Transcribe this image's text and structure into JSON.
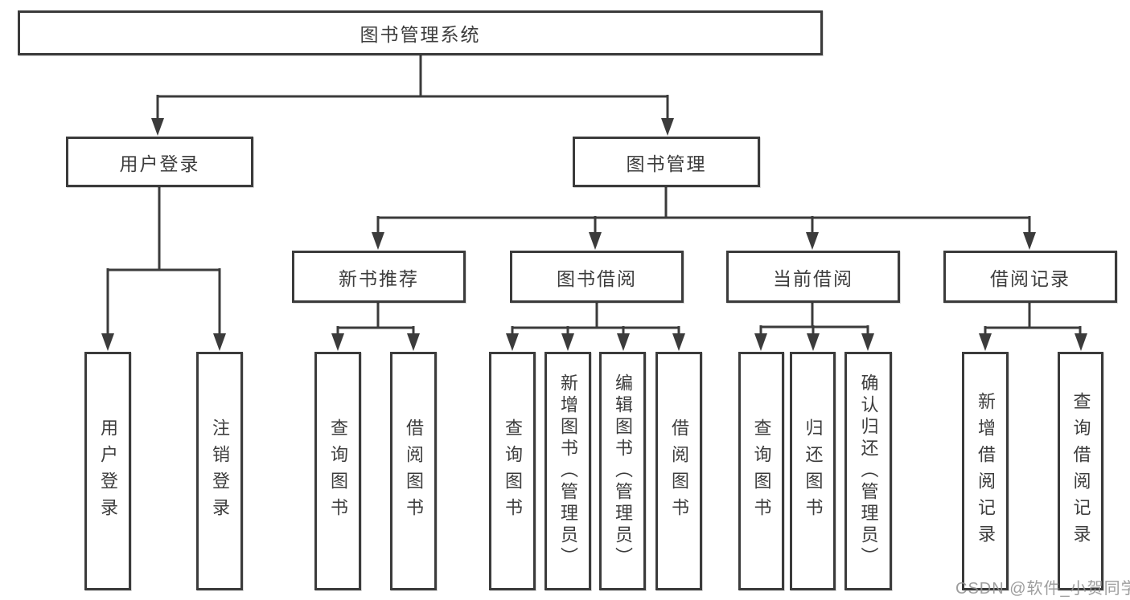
{
  "diagram": {
    "type": "hierarchy-flowchart",
    "title": "图书管理系统",
    "colors": {
      "line": "#3b3b3b",
      "box_border": "#3b3b3b",
      "box_fill": "#ffffff",
      "text": "#3d3d3d",
      "watermark": "#949494",
      "background": "#ffffff"
    },
    "nodes": {
      "root": "图书管理系统",
      "user_login": "用户登录",
      "book_mgmt": "图书管理",
      "new_book_rec": "新书推荐",
      "book_borrow": "图书借阅",
      "current_borrow": "当前借阅",
      "borrow_records": "借阅记录",
      "leaf_user_login": "用户登录",
      "leaf_logout": "注销登录",
      "leaf_rec_query_books": "查询图书",
      "leaf_rec_borrow_books": "借阅图书",
      "leaf_bb_query_books": "查询图书",
      "leaf_bb_add_books": "新增图书（管理员）",
      "leaf_bb_edit_books": "编辑图书（管理员）",
      "leaf_bb_borrow_books": "借阅图书",
      "leaf_cb_query_books": "查询图书",
      "leaf_cb_return_books": "归还图书",
      "leaf_cb_confirm_return": "确认归还（管理员）",
      "leaf_br_add_record": "新增借阅记录",
      "leaf_br_query_record": "查询借阅记录"
    },
    "edges": [
      [
        "root",
        "user_login"
      ],
      [
        "root",
        "book_mgmt"
      ],
      [
        "user_login",
        "leaf_user_login"
      ],
      [
        "user_login",
        "leaf_logout"
      ],
      [
        "book_mgmt",
        "new_book_rec"
      ],
      [
        "book_mgmt",
        "book_borrow"
      ],
      [
        "book_mgmt",
        "current_borrow"
      ],
      [
        "book_mgmt",
        "borrow_records"
      ],
      [
        "new_book_rec",
        "leaf_rec_query_books"
      ],
      [
        "new_book_rec",
        "leaf_rec_borrow_books"
      ],
      [
        "book_borrow",
        "leaf_bb_query_books"
      ],
      [
        "book_borrow",
        "leaf_bb_add_books"
      ],
      [
        "book_borrow",
        "leaf_bb_edit_books"
      ],
      [
        "book_borrow",
        "leaf_bb_borrow_books"
      ],
      [
        "current_borrow",
        "leaf_cb_query_books"
      ],
      [
        "current_borrow",
        "leaf_cb_return_books"
      ],
      [
        "current_borrow",
        "leaf_cb_confirm_return"
      ],
      [
        "borrow_records",
        "leaf_br_add_record"
      ],
      [
        "borrow_records",
        "leaf_br_query_record"
      ]
    ]
  },
  "watermark": "CSDN @软件_小贺同学"
}
